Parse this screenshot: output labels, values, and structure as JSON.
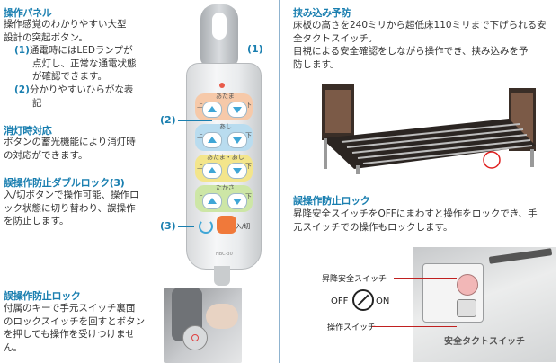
{
  "left": {
    "panel": {
      "heading": "操作パネル",
      "lines": [
        "操作感覚のわかりやすい大型",
        "設計の突起ボタン。"
      ],
      "items": [
        {
          "num": "(1)",
          "lines": [
            "通電時にはLEDランプが",
            "点灯し、正常な通電状態",
            "が確認できます。"
          ]
        },
        {
          "num": "(2)",
          "lines": [
            "分かりやすいひらがな表",
            "記"
          ]
        }
      ]
    },
    "nightlight": {
      "heading": "消灯時対応",
      "lines": [
        "ボタンの蓄光機能により消灯時",
        "の対応ができます。"
      ]
    },
    "doublelock": {
      "heading": "誤操作防止ダブルロック(3)",
      "lines": [
        "入/切ボタンで操作可能、操作ロ",
        "ック状態に切り替わり、誤操作",
        "を防止します。"
      ]
    },
    "lock": {
      "heading": "誤操作防止ロック",
      "lines": [
        "付属のキーで手元スイッチ裏面",
        "のロックスイッチを回すとボタン",
        "を押しても操作を受けつけませ",
        "ん。"
      ]
    }
  },
  "remote": {
    "callouts": [
      "(1)",
      "(2)",
      "(3)"
    ],
    "rows": [
      "あたま",
      "あし",
      "あたま・あし",
      "たかさ"
    ],
    "up": "上",
    "down": "下",
    "power_label": "入/切",
    "model": "HBC-30"
  },
  "right": {
    "pinch": {
      "heading": "挟み込み予防",
      "lines": [
        "床板の高さを240ミリから超低床110ミリまで下げられる安",
        "全タクトスイッチ。",
        "目視による安全確認をしながら操作でき、挟み込みを予",
        "防します。"
      ]
    },
    "lockop": {
      "heading": "誤操作防止ロック",
      "lines": [
        "昇降安全スイッチをOFFにまわすと操作をロックでき、手",
        "元スイッチでの操作もロックします。"
      ]
    },
    "switchphoto": {
      "lift_switch": "昇降安全スイッチ",
      "off": "OFF",
      "on": "ON",
      "op_switch": "操作スイッチ",
      "caption": "安全タクトスイッチ"
    }
  },
  "colors": {
    "accent": "#1a7fb0",
    "row_peach": "#f6c9a9",
    "row_blue": "#b9dcef",
    "row_yellow": "#f3e58b",
    "row_green": "#cde6a6",
    "power_orange": "#f0793a"
  }
}
